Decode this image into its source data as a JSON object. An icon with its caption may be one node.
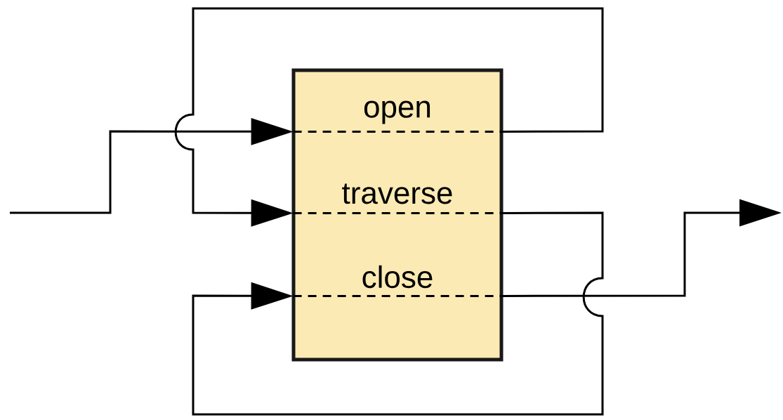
{
  "diagram": {
    "nodes": [
      {
        "text": [],
        "shape": "box"
      },
      {
        "text": [
          "open"
        ],
        "in": 0
      },
      {
        "text": [
          "traverse"
        ],
        "in": 0
      },
      {
        "text": [
          "close"
        ],
        "in": 0
      }
    ],
    "edges": [
      {
        "from": null,
        "to": 1,
        "arrow": "to"
      },
      {
        "from": 1,
        "to": 2,
        "arrow": "to"
      },
      {
        "from": 2,
        "to": 3,
        "arrow": "to"
      },
      {
        "from": 3,
        "to": null,
        "arrow": "to"
      }
    ]
  }
}
